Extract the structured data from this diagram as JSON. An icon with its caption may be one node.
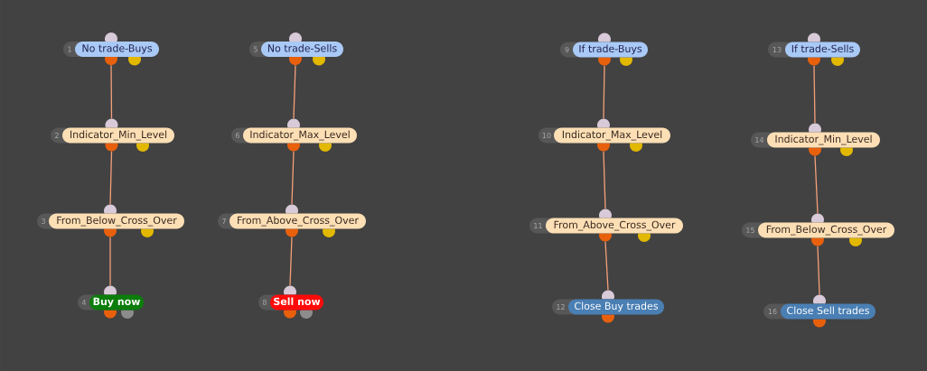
{
  "diagram": {
    "nodes": [
      {
        "text": [
          "1",
          "No trade-Buys"
        ]
      },
      {
        "text": [
          "2",
          "Indicator_Min_Level"
        ]
      },
      {
        "text": [
          "3",
          "From_Below_Cross_Over"
        ]
      },
      {
        "text": [
          "4",
          "Buy now"
        ]
      },
      {
        "text": [
          "5",
          "No trade-Sells"
        ]
      },
      {
        "text": [
          "6",
          "Indicator_Max_Level"
        ]
      },
      {
        "text": [
          "7",
          "From_Above_Cross_Over"
        ]
      },
      {
        "text": [
          "8",
          "Sell now"
        ]
      },
      {
        "text": [
          "9",
          "If trade-Buys"
        ]
      },
      {
        "text": [
          "10",
          "Indicator_Max_Level"
        ]
      },
      {
        "text": [
          "11",
          "From_Above_Cross_Over"
        ]
      },
      {
        "text": [
          "12",
          "Close Buy trades"
        ]
      },
      {
        "text": [
          "13",
          "If trade-Sells"
        ]
      },
      {
        "text": [
          "14",
          "Indicator_Min_Level"
        ]
      },
      {
        "text": [
          "15",
          "From_Below_Cross_Over"
        ]
      },
      {
        "text": [
          "16",
          "Close Sell trades"
        ]
      }
    ],
    "edges": [
      {
        "from": 0,
        "to": 1,
        "arrow": "none"
      },
      {
        "from": 1,
        "to": 2,
        "arrow": "none"
      },
      {
        "from": 2,
        "to": 3,
        "arrow": "none"
      },
      {
        "from": 4,
        "to": 5,
        "arrow": "none"
      },
      {
        "from": 5,
        "to": 6,
        "arrow": "none"
      },
      {
        "from": 6,
        "to": 7,
        "arrow": "none"
      },
      {
        "from": 8,
        "to": 9,
        "arrow": "none"
      },
      {
        "from": 9,
        "to": 10,
        "arrow": "none"
      },
      {
        "from": 10,
        "to": 11,
        "arrow": "none"
      },
      {
        "from": 12,
        "to": 13,
        "arrow": "none"
      },
      {
        "from": 13,
        "to": 14,
        "arrow": "none"
      },
      {
        "from": 14,
        "to": 15,
        "arrow": "none"
      }
    ]
  }
}
